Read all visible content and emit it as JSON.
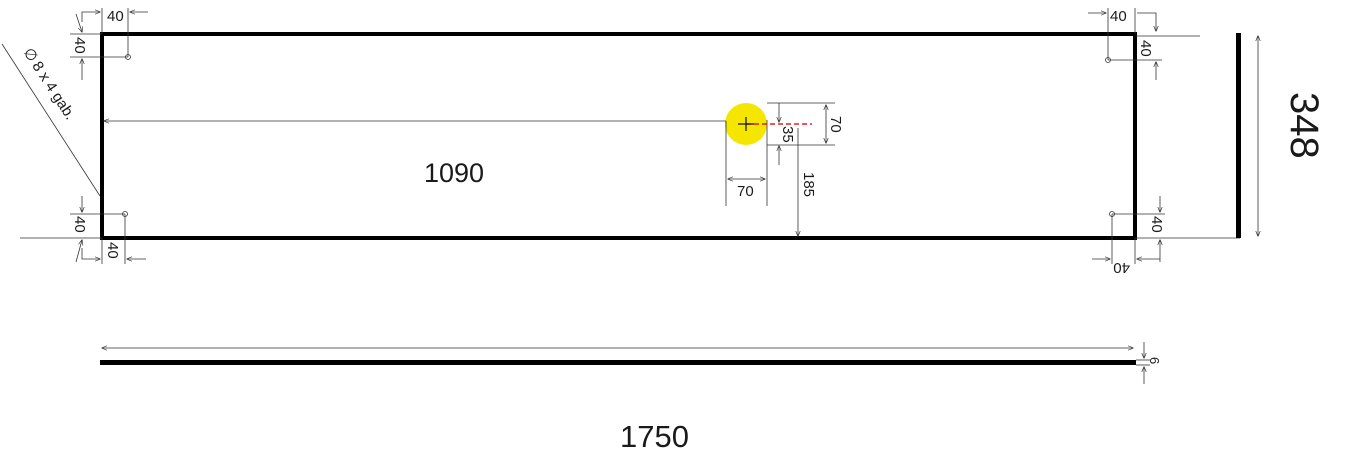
{
  "diagram": {
    "corner_offset": "40",
    "hole_note": "8 x 4 gab.",
    "hole_symbol": "∅",
    "dim_1090": "1090",
    "dim_70_h": "70",
    "dim_70_v": "70",
    "dim_35": "35",
    "dim_185": "185",
    "height": "348",
    "thickness": "6",
    "length": "1750",
    "colors": {
      "outline": "#000000",
      "highlight": "#f5e600",
      "center_line": "#e0202a"
    }
  }
}
